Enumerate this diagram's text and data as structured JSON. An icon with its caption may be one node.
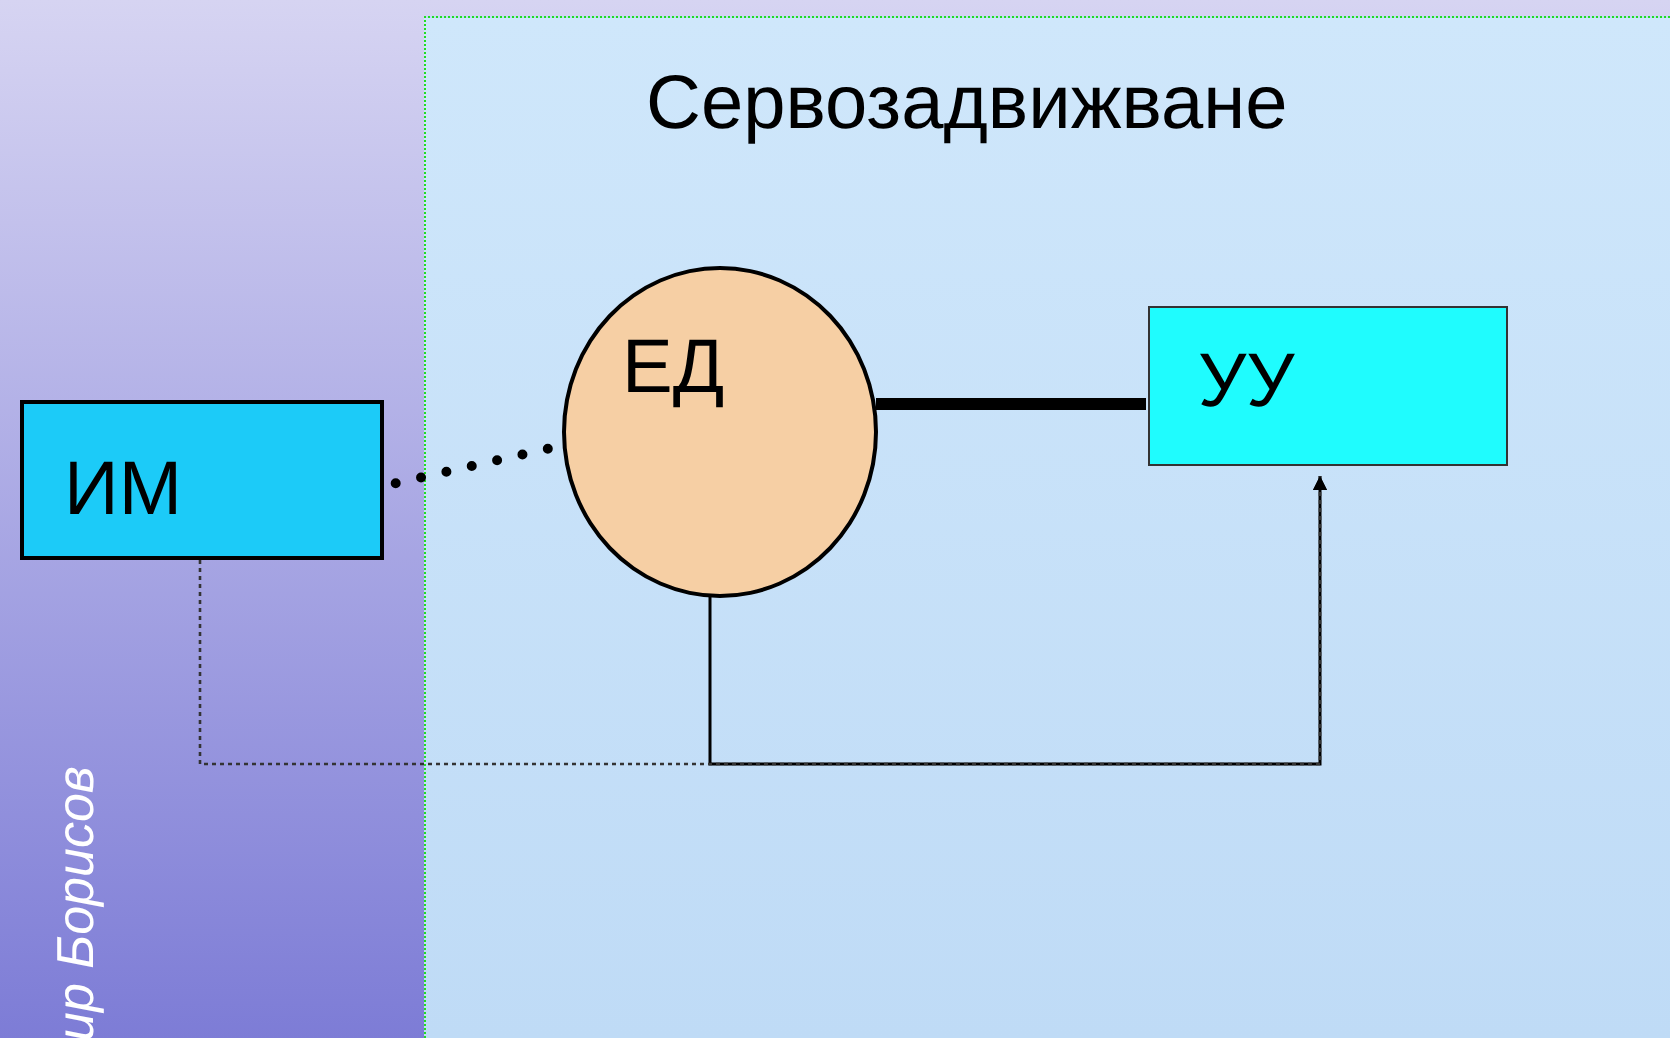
{
  "diagram": {
    "nodes": [
      {
        "text": [
          "Сервозадвижване"
        ]
      },
      {
        "text": [
          "ИМ"
        ]
      },
      {
        "text": [
          "ЕД"
        ],
        "in": 0
      },
      {
        "text": [
          "УУ"
        ],
        "in": 0
      }
    ],
    "edges": [
      {
        "from": 1,
        "to": 2,
        "arrow": "none",
        "style": "dashed"
      },
      {
        "from": 2,
        "to": 3,
        "arrow": "none",
        "style": "thick"
      },
      {
        "from": 2,
        "to": 3,
        "arrow": "to"
      },
      {
        "from": 1,
        "to": 3,
        "arrow": "to",
        "style": "dashed"
      }
    ],
    "labels": [
      "ир Борисов"
    ]
  }
}
